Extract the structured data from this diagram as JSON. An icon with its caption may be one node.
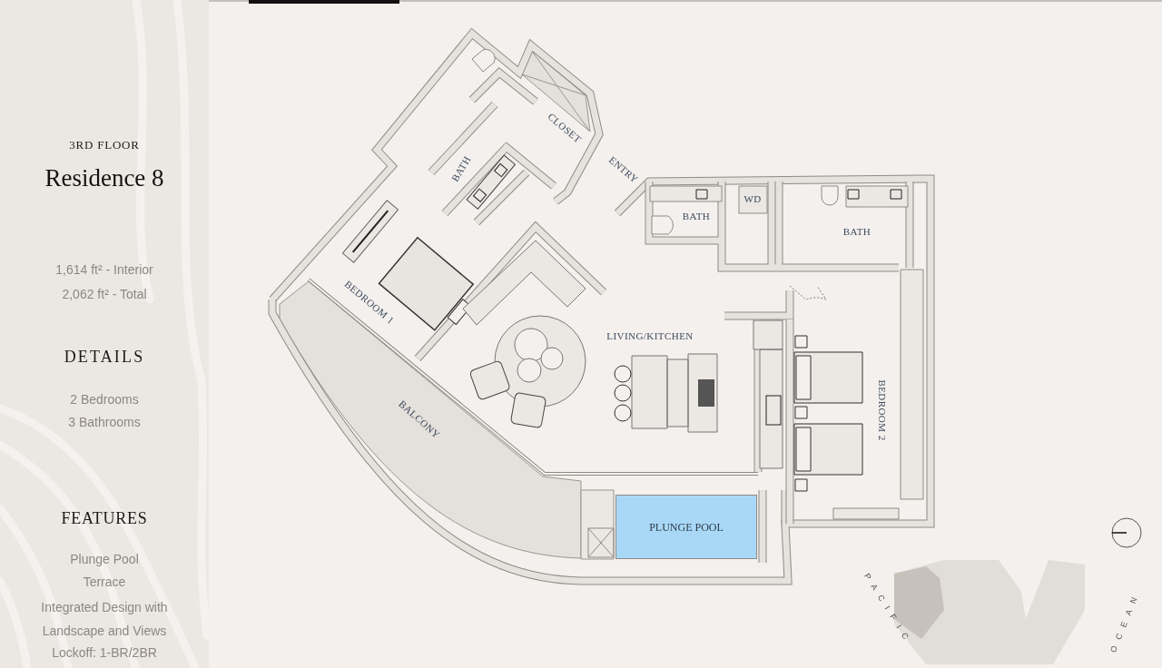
{
  "diagram": {
    "title": "Residence 8",
    "nodes": [
      {
        "text": [
          "PLUNGE POOL"
        ]
      }
    ],
    "edges": [],
    "labels": [
      "3RD FLOOR",
      "1,614 ft² - Interior",
      "2,062 ft² - Total",
      "DETAILS",
      "2 Bedrooms",
      "3 Bathrooms",
      "FEATURES",
      "Plunge Pool",
      "Terrace",
      "Integrated Design with Landscape and Views",
      "Lockoff: 1-BR/2BR",
      "BATH",
      "CLOSET",
      "ENTRY",
      "BEDROOM 1",
      "LIVING/KITCHEN",
      "BATH",
      "WD",
      "BATH",
      "BALCONY",
      "BEDROOM 2",
      "PACIFIC",
      "OCEAN"
    ]
  }
}
